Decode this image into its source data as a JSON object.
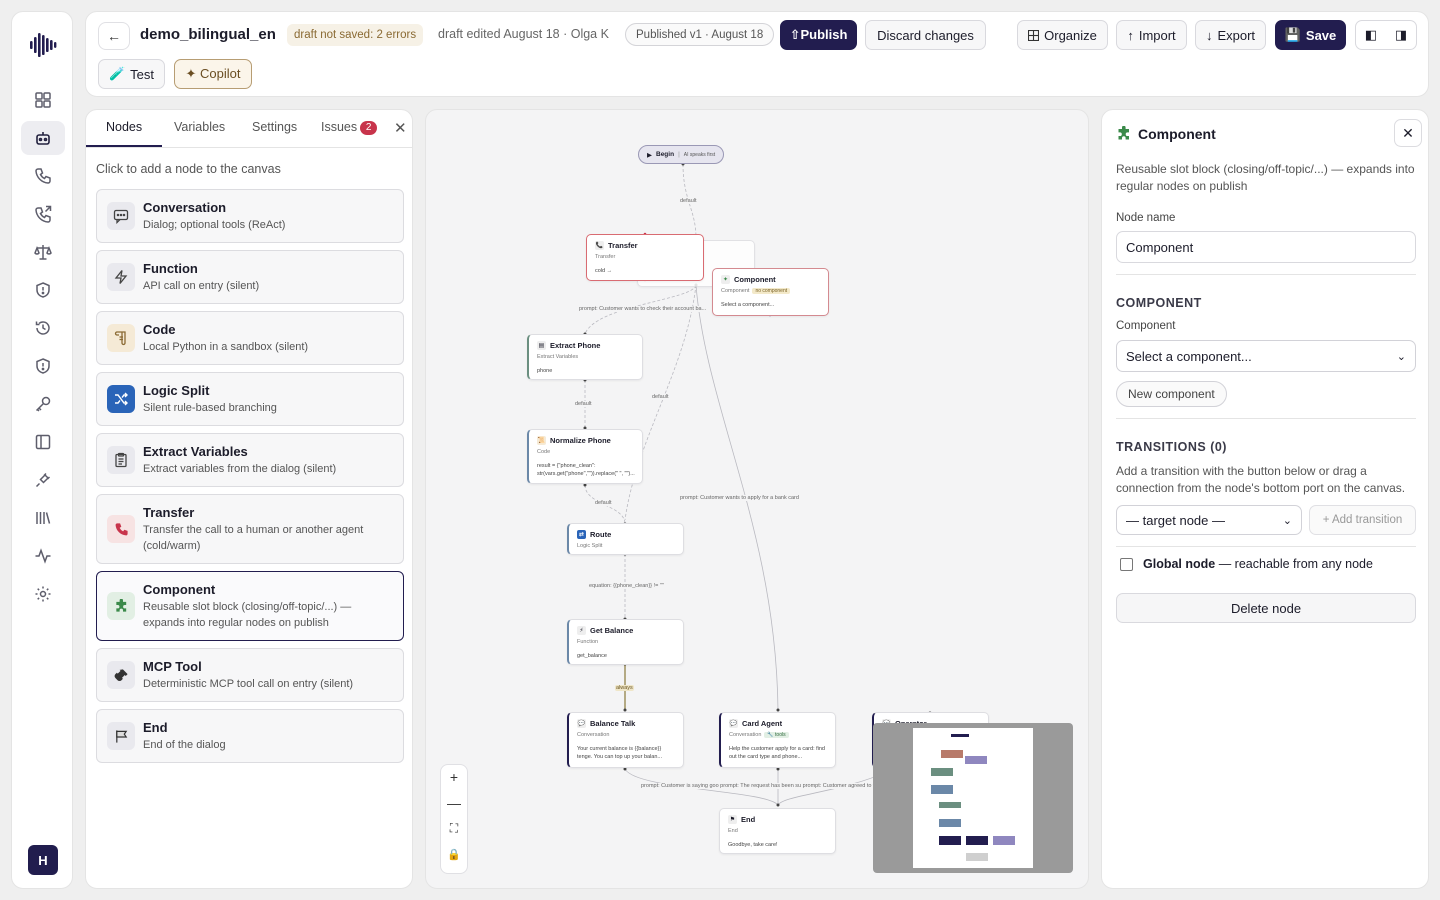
{
  "toolbar": {
    "agent_name": "demo_bilingual_en",
    "draft_status": "draft not saved: 2 errors",
    "draft_edited": "draft edited August 18 · Olga K",
    "published_badge": "Published v1 · August 18",
    "publish_label": "⇧Publish",
    "discard_label": "Discard changes",
    "organize_label": "Organize",
    "import_label": "Import",
    "export_label": "Export",
    "save_label": "Save",
    "test_label": "Test",
    "copilot_label": "✦ Copilot"
  },
  "sidebar": {
    "avatar_initial": "H"
  },
  "left_panel": {
    "tabs": [
      {
        "label": "Nodes"
      },
      {
        "label": "Variables"
      },
      {
        "label": "Settings"
      },
      {
        "label": "Issues",
        "count": "2"
      }
    ],
    "hint": "Click to add a node to the canvas",
    "node_types": [
      {
        "name": "Conversation",
        "desc": "Dialog; optional tools (ReAct)",
        "icon": "chat-icon"
      },
      {
        "name": "Function",
        "desc": "API call on entry (silent)",
        "icon": "bolt-icon"
      },
      {
        "name": "Code",
        "desc": "Local Python in a sandbox (silent)",
        "icon": "scroll-icon"
      },
      {
        "name": "Logic Split",
        "desc": "Silent rule-based branching",
        "icon": "shuffle-icon"
      },
      {
        "name": "Extract Variables",
        "desc": "Extract variables from the dialog (silent)",
        "icon": "clipboard-icon"
      },
      {
        "name": "Transfer",
        "desc": "Transfer the call to a human or another agent (cold/warm)",
        "icon": "phone-icon"
      },
      {
        "name": "Component",
        "desc": "Reusable slot block (closing/off-topic/...) — expands into regular nodes on publish",
        "icon": "puzzle-icon"
      },
      {
        "name": "MCP Tool",
        "desc": "Deterministic MCP tool call on entry (silent)",
        "icon": "plug-icon"
      },
      {
        "name": "End",
        "desc": "End of the dialog",
        "icon": "flag-icon"
      }
    ]
  },
  "canvas": {
    "begin": {
      "label": "Begin",
      "sub": "AI speaks first"
    },
    "nodes": {
      "transfer": {
        "title": "Transfer",
        "sub": "Transfer",
        "body": "cold →"
      },
      "component": {
        "title": "Component",
        "sub": "Component",
        "badge": "no component",
        "body": "Select a component..."
      },
      "extract": {
        "title": "Extract Phone",
        "sub": "Extract Variables",
        "body": "phone"
      },
      "normalize": {
        "title": "Normalize Phone",
        "sub": "Code",
        "body": "result = {\"phone_clean\": str(vars.get(\"phone\",\"\")).replace(\" \", \"\")..."
      },
      "route": {
        "title": "Route",
        "sub": "Logic Split"
      },
      "balance": {
        "title": "Get Balance",
        "sub": "Function",
        "body": "get_balance"
      },
      "balance_talk": {
        "title": "Balance Talk",
        "sub": "Conversation",
        "body": "Your current balance is {{balance}} tenge. You can top up your balan..."
      },
      "card_agent": {
        "title": "Card Agent",
        "sub": "Conversation",
        "badge": "🔧 tools",
        "body": "Help the customer apply for a card: find out the card type and phone..."
      },
      "operator": {
        "title": "Operator"
      },
      "end": {
        "title": "End",
        "sub": "End",
        "body": "Goodbye, take care!"
      }
    },
    "edge_labels": {
      "default1": "default",
      "prompt_account": "prompt: Customer wants to check their account ba...",
      "default2": "default",
      "default3": "default",
      "prompt_card": "prompt: Customer wants to apply for a bank card",
      "default4": "default",
      "equation": "equation: {{phone_clean}} != \"\"",
      "always": "always",
      "bottom": "prompt: Customer is saying goo prompt: The request has been su prompt: Customer agreed to wai"
    },
    "zoom_controls": [
      "+",
      "—",
      "⛶",
      "🔒"
    ]
  },
  "right_panel": {
    "title": "Component",
    "description": "Reusable slot block (closing/off-topic/...) — expands into regular nodes on publish",
    "node_name_label": "Node name",
    "node_name_value": "Component",
    "component_section": "COMPONENT",
    "component_label": "Component",
    "component_select": "Select a component...",
    "new_component": "New component",
    "transitions_section": "TRANSITIONS (0)",
    "transitions_hint": "Add a transition with the button below or drag a connection from the node's bottom port on the canvas.",
    "target_node": "— target node —",
    "add_transition": "+ Add transition",
    "global_node_label": "Global node",
    "global_node_suffix": " — reachable from any node",
    "delete_node": "Delete node"
  }
}
